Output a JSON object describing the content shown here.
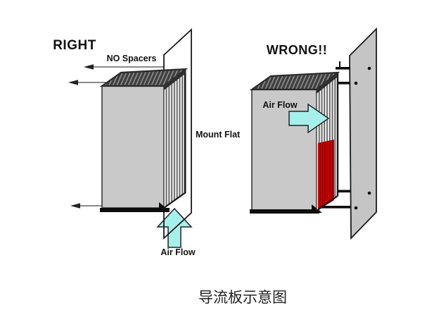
{
  "caption": "导流板示意图",
  "colors": {
    "background": "#ffffff",
    "outline": "#1a1a1a",
    "heatsink_body": "#c9c9c9",
    "heatsink_top_dark": "#3f3f3f",
    "hatch_line": "#9a9a9a",
    "fin_gap": "#e9e9e9",
    "mounting_plate": "#c5c5c5",
    "airflow_arrow": "#a6f0ec",
    "hot_fins_red": "#cf0000"
  },
  "left_diagram": {
    "heading": "RIGHT",
    "no_spacers_label": "NO Spacers",
    "mount_flat_label": "Mount Flat",
    "air_flow_label": "Air Flow"
  },
  "right_diagram": {
    "heading": "WRONG!!",
    "air_flow_label": "Air Flow"
  }
}
